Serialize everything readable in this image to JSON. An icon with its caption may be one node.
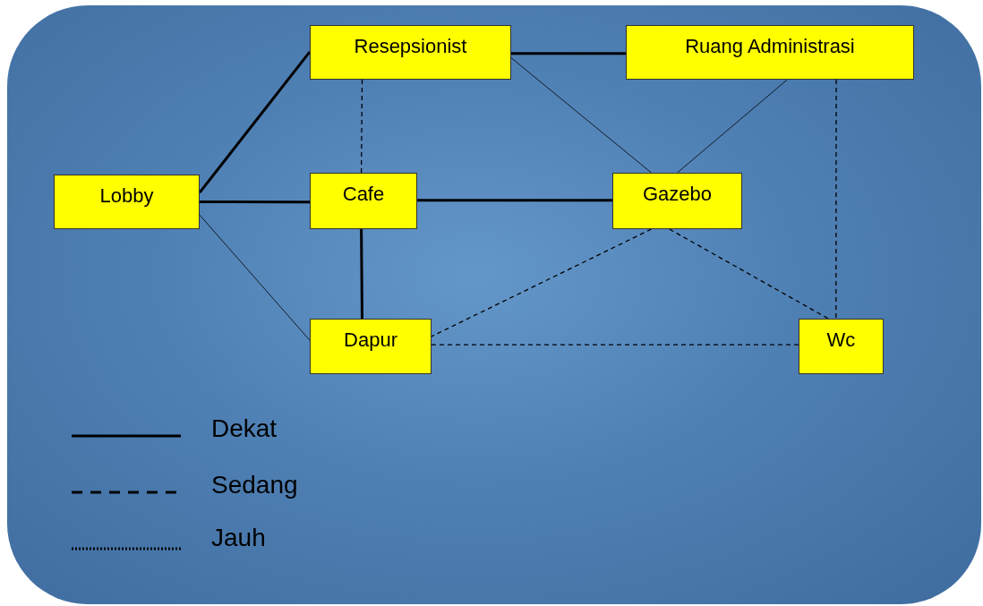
{
  "diagram": {
    "nodes": [
      {
        "text": [
          "Resepsionist"
        ]
      },
      {
        "text": [
          "Ruang Administrasi"
        ]
      },
      {
        "text": [
          "Lobby"
        ]
      },
      {
        "text": [
          "Cafe"
        ]
      },
      {
        "text": [
          "Gazebo"
        ]
      },
      {
        "text": [
          "Dapur"
        ]
      },
      {
        "text": [
          "Wc"
        ]
      }
    ],
    "edges": [
      {
        "from": 2,
        "to": 0,
        "arrow": "none",
        "style": "thick"
      },
      {
        "from": 0,
        "to": 1,
        "arrow": "none",
        "style": "thick"
      },
      {
        "from": 2,
        "to": 3,
        "arrow": "none",
        "style": "thick"
      },
      {
        "from": 3,
        "to": 4,
        "arrow": "none",
        "style": "thick"
      },
      {
        "from": 3,
        "to": 5,
        "arrow": "none",
        "style": "thick"
      },
      {
        "from": 0,
        "to": 3,
        "arrow": "none",
        "style": "dashed"
      },
      {
        "from": 0,
        "to": 4,
        "arrow": "none"
      },
      {
        "from": 1,
        "to": 4,
        "arrow": "none"
      },
      {
        "from": 1,
        "to": 6,
        "arrow": "none",
        "style": "dashed"
      },
      {
        "from": 2,
        "to": 5,
        "arrow": "none"
      },
      {
        "from": 4,
        "to": 5,
        "arrow": "none",
        "style": "dashed"
      },
      {
        "from": 4,
        "to": 6,
        "arrow": "none",
        "style": "dashed"
      },
      {
        "from": 5,
        "to": 6,
        "arrow": "none",
        "style": "dashed"
      }
    ],
    "legend": [
      {
        "text": "Dekat"
      },
      {
        "text": "Sedang"
      },
      {
        "text": "Jauh"
      }
    ]
  }
}
